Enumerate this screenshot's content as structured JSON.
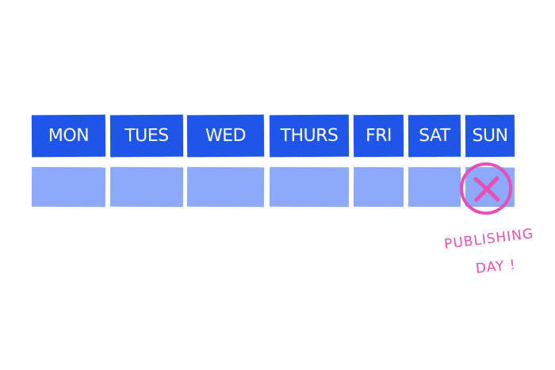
{
  "colors": {
    "header": "#1f55e8",
    "cell": "#8ca9fb",
    "marker": "#e64fb3"
  },
  "days": [
    "MON",
    "TUES",
    "WED",
    "THURS",
    "FRI",
    "SAT",
    "SUN"
  ],
  "marked_day": "SUN",
  "annotation": {
    "line1": "PUBLISHING",
    "line2": "DAY !"
  }
}
